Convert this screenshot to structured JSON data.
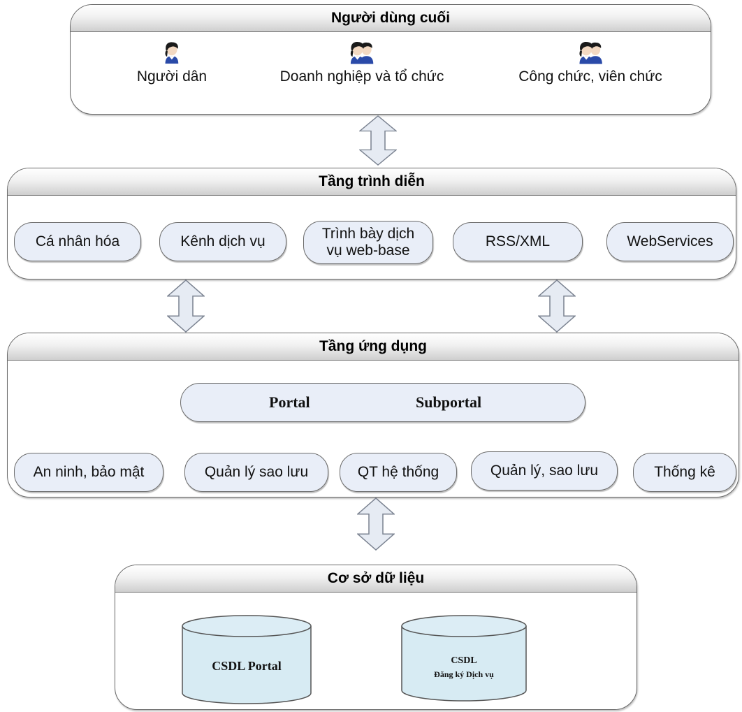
{
  "end_users": {
    "title": "Người dùng cuối",
    "users": [
      {
        "label": "Người dân",
        "icon": "user-icon"
      },
      {
        "label": "Doanh nghiệp và tổ chức",
        "icon": "user-icon"
      },
      {
        "label": "Công chức, viên chức",
        "icon": "user-icon"
      }
    ]
  },
  "presentation": {
    "title": "Tầng trình diễn",
    "items": [
      "Cá nhân hóa",
      "Kênh dịch vụ",
      "Trình bày dịch vụ web-base",
      "RSS/XML",
      "WebServices"
    ]
  },
  "application": {
    "title": "Tầng ứng dụng",
    "portal_label": "Portal",
    "subportal_label": "Subportal",
    "items": [
      "An ninh, bảo mật",
      "Quản lý sao lưu",
      "QT hệ thống",
      "Quản lý, sao lưu",
      "Thống kê"
    ]
  },
  "database": {
    "title": "Cơ sở dữ liệu",
    "dbs": [
      {
        "label": "CSDL Portal"
      },
      {
        "line1": "CSDL",
        "line2": "Đăng ký Dịch vụ"
      }
    ]
  },
  "colors": {
    "pill_fill": "#e9eef8",
    "arrow_fill": "#e6ebf3",
    "db_fill": "#d7ebf3",
    "border": "#6a6a6a"
  }
}
